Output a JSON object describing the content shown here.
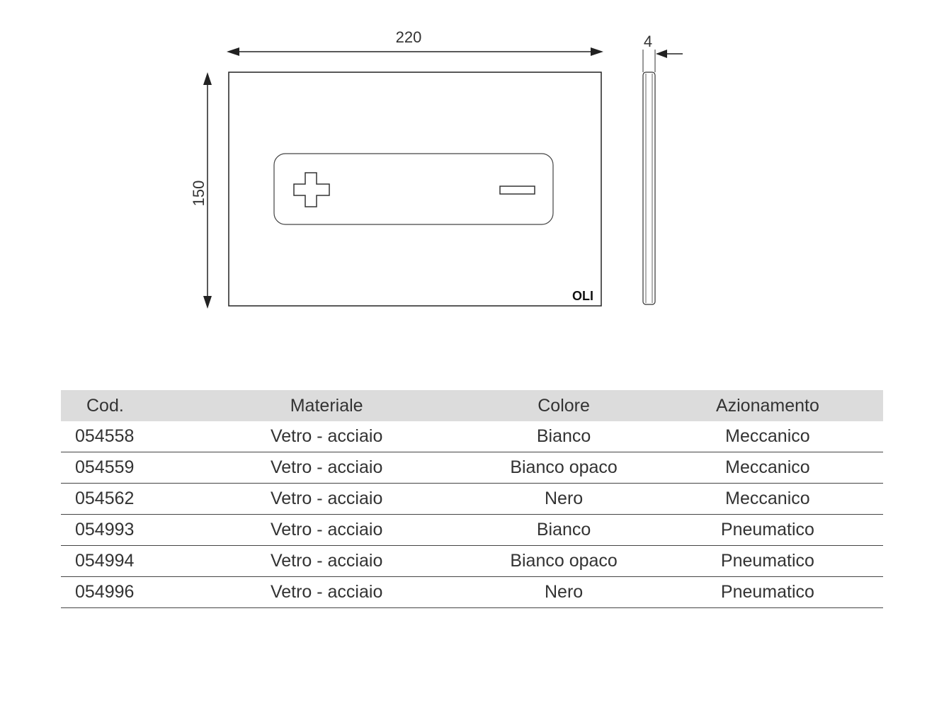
{
  "drawing": {
    "width_label": "220",
    "height_label": "150",
    "thickness_label": "4",
    "logo_text": "OLI"
  },
  "table": {
    "headers": [
      "Cod.",
      "Materiale",
      "Colore",
      "Azionamento"
    ],
    "rows": [
      [
        "054558",
        "Vetro - acciaio",
        "Bianco",
        "Meccanico"
      ],
      [
        "054559",
        "Vetro - acciaio",
        "Bianco opaco",
        "Meccanico"
      ],
      [
        "054562",
        "Vetro - acciaio",
        "Nero",
        "Meccanico"
      ],
      [
        "054993",
        "Vetro - acciaio",
        "Bianco",
        "Pneumatico"
      ],
      [
        "054994",
        "Vetro - acciaio",
        "Bianco opaco",
        "Pneumatico"
      ],
      [
        "054996",
        "Vetro - acciaio",
        "Nero",
        "Pneumatico"
      ]
    ]
  }
}
